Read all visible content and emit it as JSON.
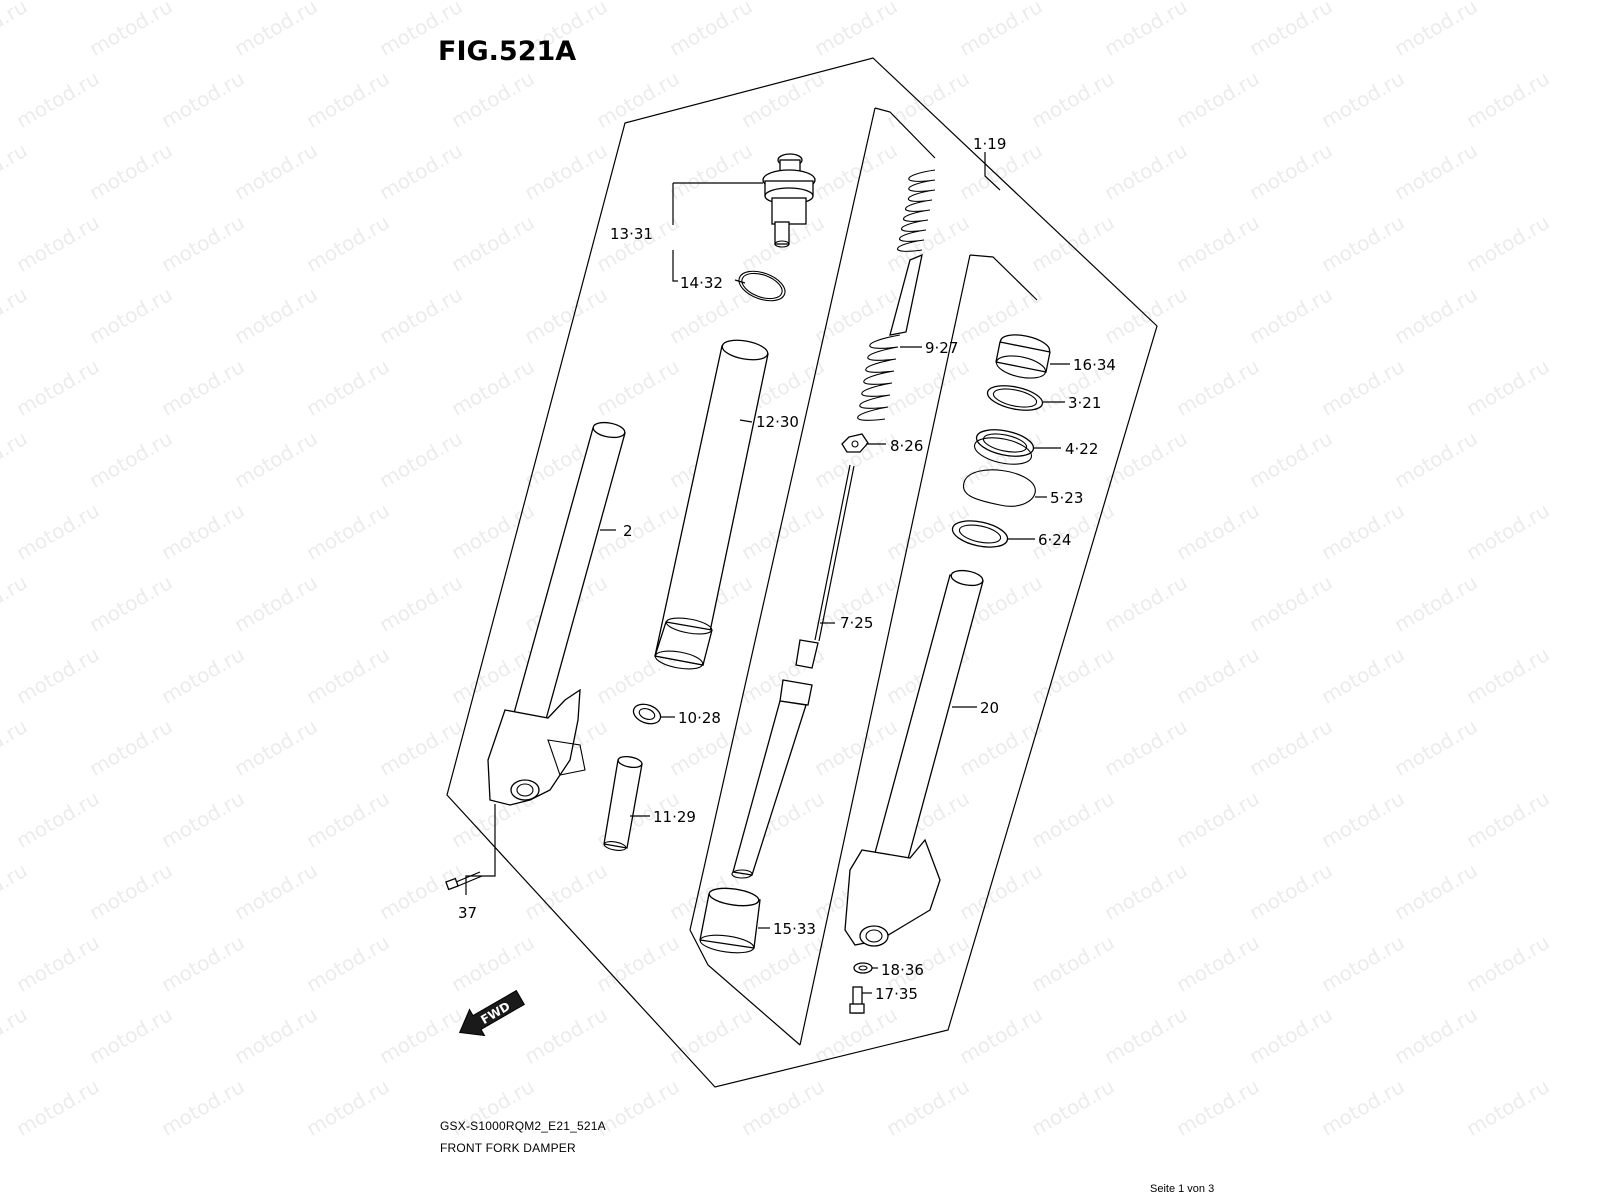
{
  "figure": {
    "title": "FIG.521A",
    "model_code": "GSX-S1000RQM2_E21_521A",
    "caption": "FRONT FORK DAMPER",
    "page_indicator": "Seite 1 von 3",
    "watermark": "motod.ru",
    "direction_label": "FWD"
  },
  "callouts": [
    {
      "id": "c-1-19",
      "label": "1·19"
    },
    {
      "id": "c-13-31",
      "label": "13·31"
    },
    {
      "id": "c-14-32",
      "label": "14·32"
    },
    {
      "id": "c-12-30",
      "label": "12·30"
    },
    {
      "id": "c-2",
      "label": "2"
    },
    {
      "id": "c-9-27",
      "label": "9·27"
    },
    {
      "id": "c-8-26",
      "label": "8·26"
    },
    {
      "id": "c-7-25",
      "label": "7·25"
    },
    {
      "id": "c-16-34",
      "label": "16·34"
    },
    {
      "id": "c-3-21",
      "label": "3·21"
    },
    {
      "id": "c-4-22",
      "label": "4·22"
    },
    {
      "id": "c-5-23",
      "label": "5·23"
    },
    {
      "id": "c-6-24",
      "label": "6·24"
    },
    {
      "id": "c-20",
      "label": "20"
    },
    {
      "id": "c-10-28",
      "label": "10·28"
    },
    {
      "id": "c-11-29",
      "label": "11·29"
    },
    {
      "id": "c-37",
      "label": "37"
    },
    {
      "id": "c-15-33",
      "label": "15·33"
    },
    {
      "id": "c-18-36",
      "label": "18·36"
    },
    {
      "id": "c-17-35",
      "label": "17·35"
    }
  ]
}
